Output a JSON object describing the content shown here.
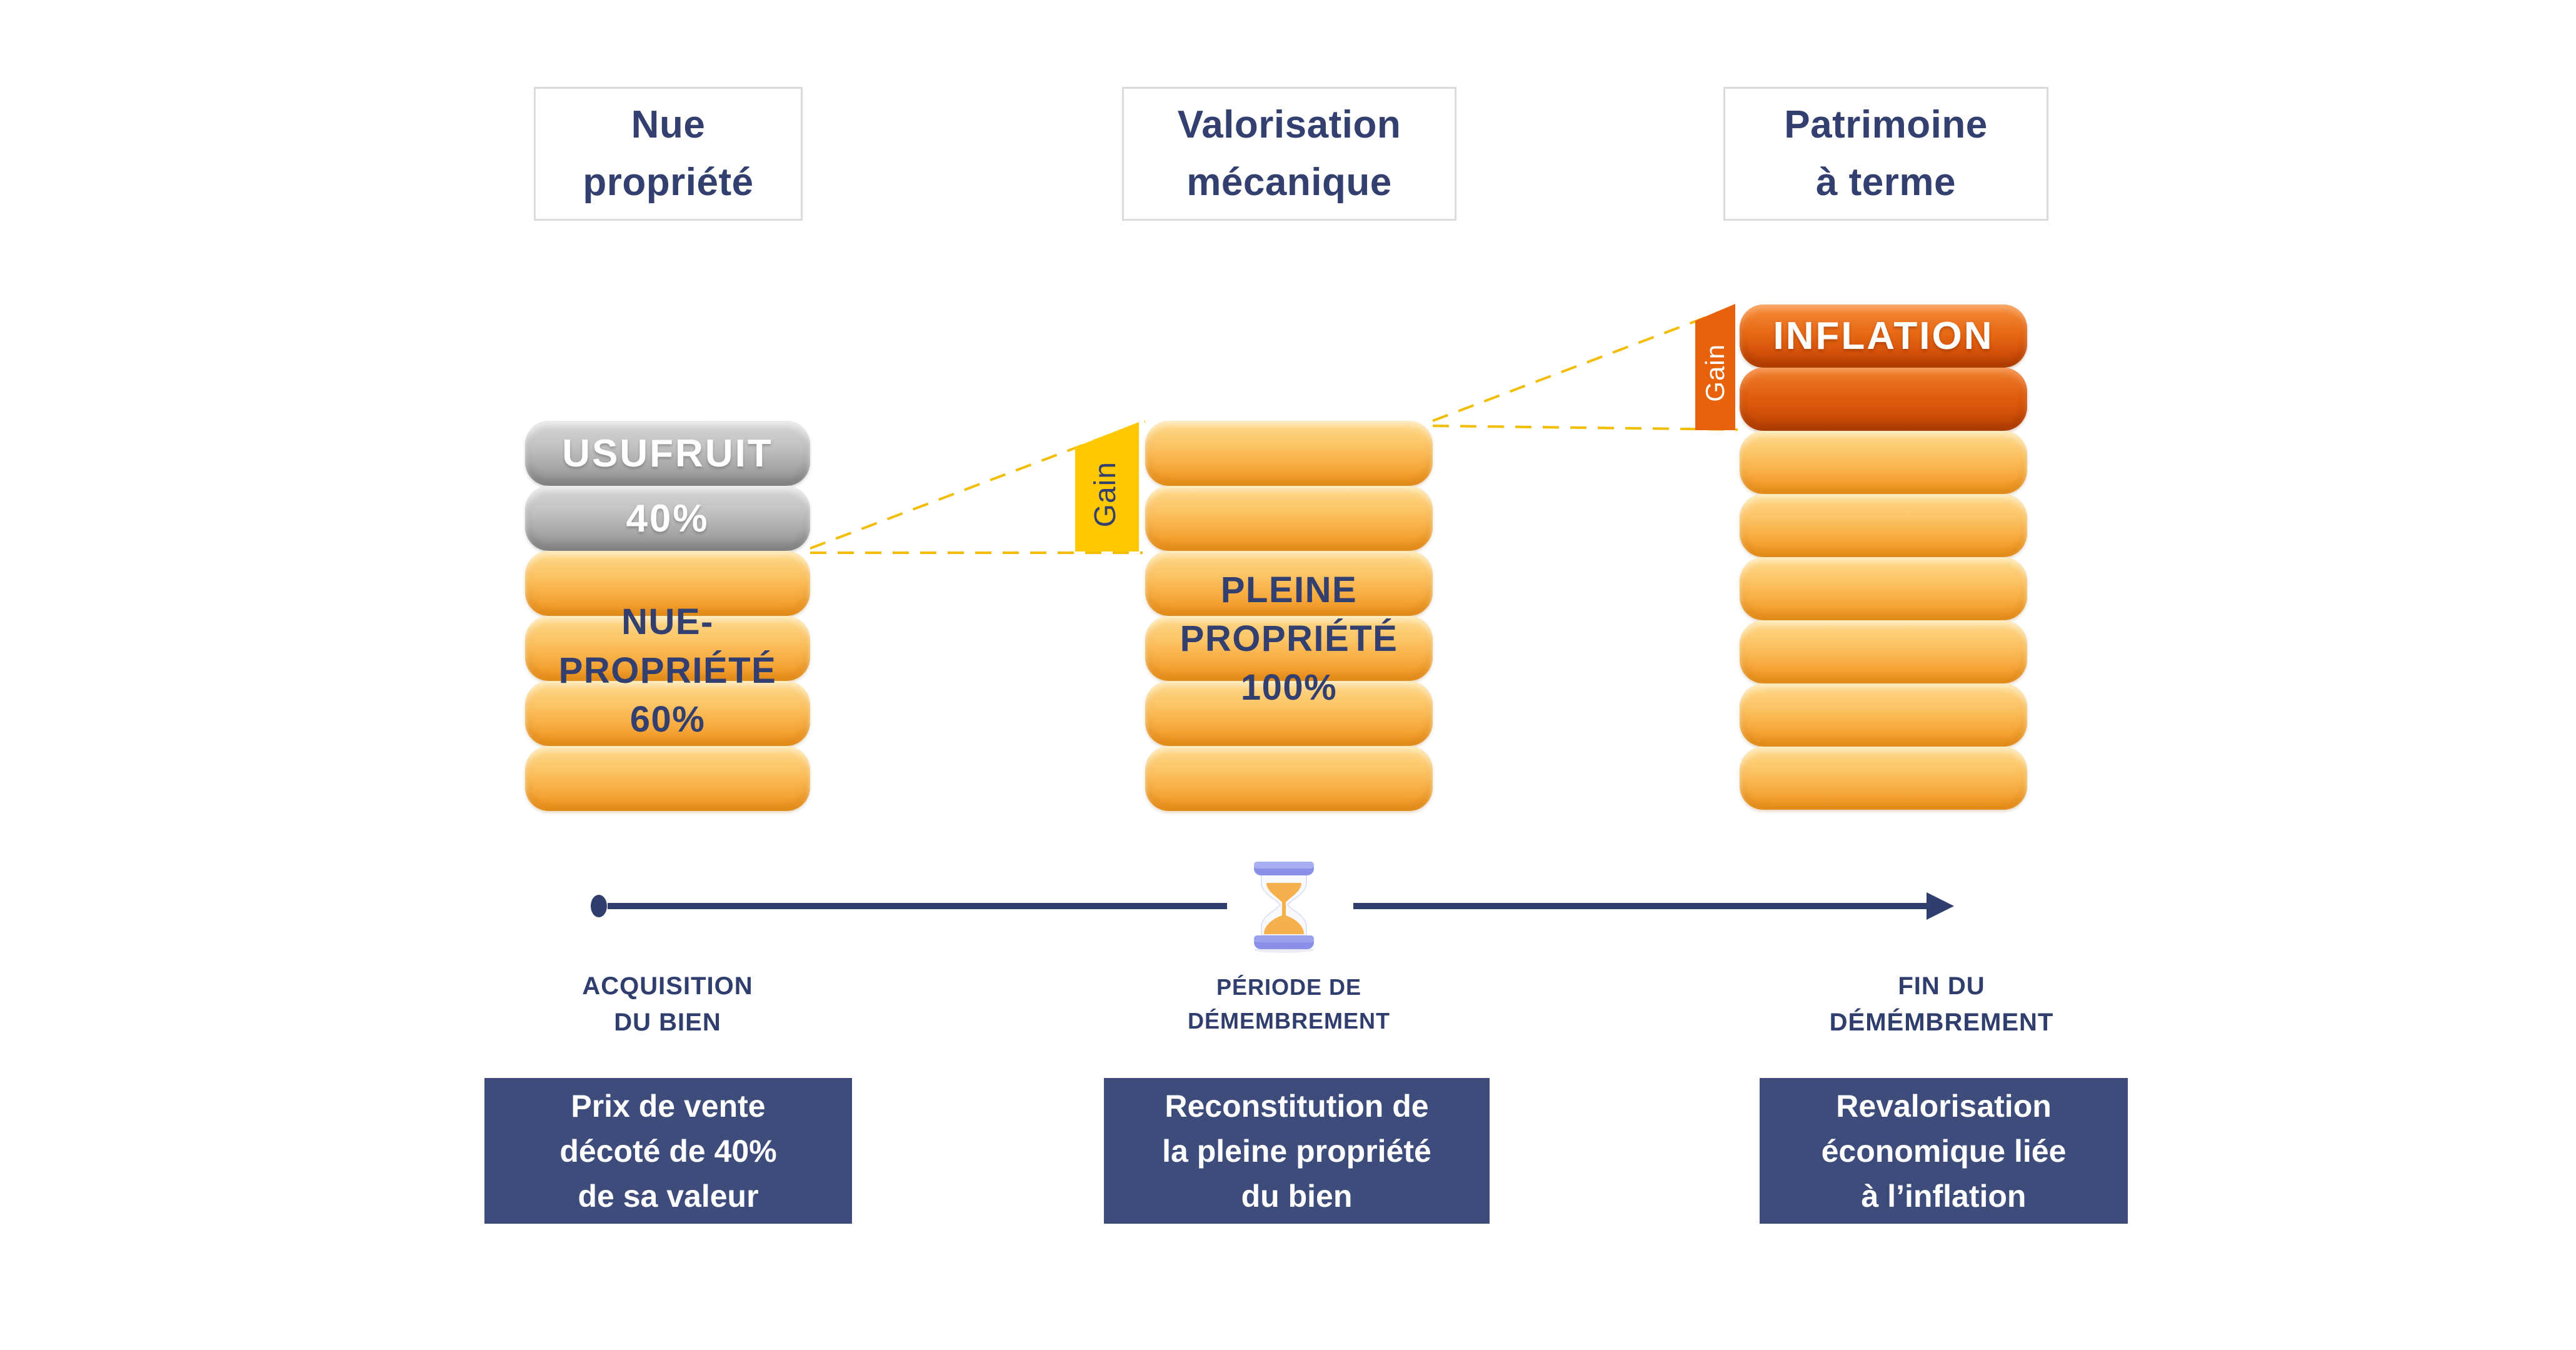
{
  "headers": {
    "left": "Nue\npropriété",
    "middle": "Valorisation\nmécanique",
    "right": "Patrimoine\nà terme"
  },
  "stacks": {
    "left": {
      "usufruit_label": "USUFRUIT",
      "usufruit_value": "40%",
      "nue_propriete_label": "NUE-\nPROPRIÉTÉ\n60%"
    },
    "middle": {
      "pleine_propriete_label": "PLEINE\nPROPRIÉTÉ\n100%",
      "gain_label": "Gain"
    },
    "right": {
      "inflation_label": "INFLATION",
      "gain_label": "Gain"
    }
  },
  "timeline": {
    "start_label": "ACQUISITION\nDU BIEN",
    "middle_label": "PÉRIODE DE\nDÉMEMBREMENT",
    "end_label": "FIN DU\nDÉMÉMBREMENT"
  },
  "callouts": {
    "left": "Prix de vente\ndécoté de 40%\nde sa valeur",
    "middle": "Reconstitution de\nla pleine propriété\ndu bien",
    "right": "Revalorisation\néconomique liée\nà l’inflation"
  },
  "colors": {
    "navy_text": "#33406F",
    "navy_box": "#3E4C7C",
    "timeline_navy": "#2F3E6D",
    "coin_gold": "#F7A93C",
    "coin_gray": "#ABABAB",
    "coin_inflation": "#D5520A",
    "gain_yellow_bg": "#FFC800",
    "gain_orange_bg": "#E8610D",
    "dashed_line": "#F2BD05",
    "hourglass_purple": "#8A90E8",
    "sand_orange": "#F5B14D"
  }
}
